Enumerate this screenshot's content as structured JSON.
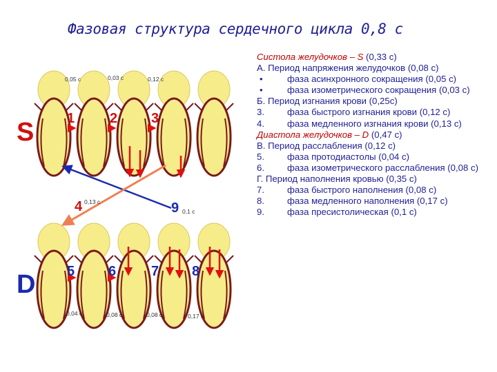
{
  "title": "Фазовая структура сердечного цикла 0,8 с",
  "diagram": {
    "row_labels": {
      "systole": "S",
      "diastole": "D"
    },
    "top_numbers": [
      "1",
      "2",
      "3"
    ],
    "middle_numbers": [
      "4",
      "9"
    ],
    "bottom_numbers": [
      "5",
      "6",
      "7",
      "8"
    ],
    "top_times": [
      "0,05 с",
      "0,03 с",
      "0,12 с"
    ],
    "middle_times": [
      "0,13 с",
      "0,1 с"
    ],
    "bottom_times": [
      "0,04 с",
      "0,08 с",
      "0,08 с",
      "0,17 с"
    ],
    "colors": {
      "heart_fill": "#f7ec8a",
      "heart_outline": "#7a1a1a",
      "arrow_red": "#e01010",
      "arrow_blue": "#1a2ab0",
      "arrow_orange": "#f08050",
      "label_red": "#d01010",
      "label_blue": "#1a2ab0"
    }
  },
  "text": {
    "systole_head": "Систола желудочков – S",
    "systole_val": " (0,33 с)",
    "period_a": "А. Период напряжения желудочков (0,08 с)",
    "a_items": [
      {
        "bullet": "•",
        "text": "фаза асинхронного сокращения (0,05 с)"
      },
      {
        "bullet": "•",
        "text": "фаза изометрического сокращения (0,03 с)"
      }
    ],
    "period_b": "Б. Период изгнания крови (0,25с)",
    "b_items": [
      {
        "bullet": "3.",
        "text": "фаза быстрого изгнания крови (0,12 с)"
      },
      {
        "bullet": "4.",
        "text": "фаза медленного изгнания крови (0,13 с)"
      }
    ],
    "diastole_head": "Диастола желудочков – D",
    "diastole_val": " (0,47 с)",
    "period_v": "В. Период расслабления (0,12 с)",
    "v_items": [
      {
        "bullet": "5.",
        "text": "фаза протодиастолы (0,04 с)"
      },
      {
        "bullet": "6.",
        "text": "фаза изометрического расслабления (0,08 с)"
      }
    ],
    "period_g": "Г. Период наполнения кровью (0,35 с)",
    "g_items": [
      {
        "bullet": "7.",
        "text": "фаза быстрого наполнения (0,08 с)"
      },
      {
        "bullet": "8.",
        "text": "фаза медленного наполнения (0,17 с)"
      },
      {
        "bullet": "9.",
        "text": "фаза пресистолическая (0,1 с)"
      }
    ]
  }
}
